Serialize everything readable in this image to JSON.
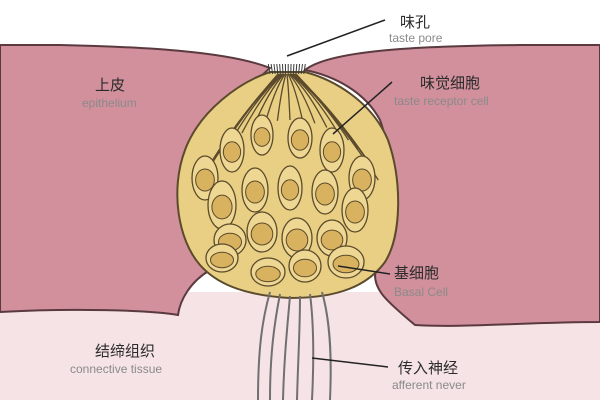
{
  "labels": {
    "taste_pore": {
      "zh": "味孔",
      "en": "taste pore"
    },
    "epithelium": {
      "zh": "上皮",
      "en": "epithelium"
    },
    "receptor_cell": {
      "zh": "味觉细胞",
      "en": "taste receptor cell"
    },
    "basal_cell": {
      "zh": "基细胞",
      "en": "Basal Cell"
    },
    "connective": {
      "zh": "结缔组织",
      "en": "connective tissue"
    },
    "afferent_nerve": {
      "zh": "传入神经",
      "en": "afferent never"
    }
  },
  "colors": {
    "epithelium": "#d1909c",
    "epithelium_edge": "#5a3a3f",
    "connective": "#f6e3e6",
    "taste_bud": "#e8cf83",
    "cell_fill": "#eed792",
    "nucleus": "#d8b25e",
    "outline": "#5b4a2c",
    "nerve": "#707070"
  }
}
